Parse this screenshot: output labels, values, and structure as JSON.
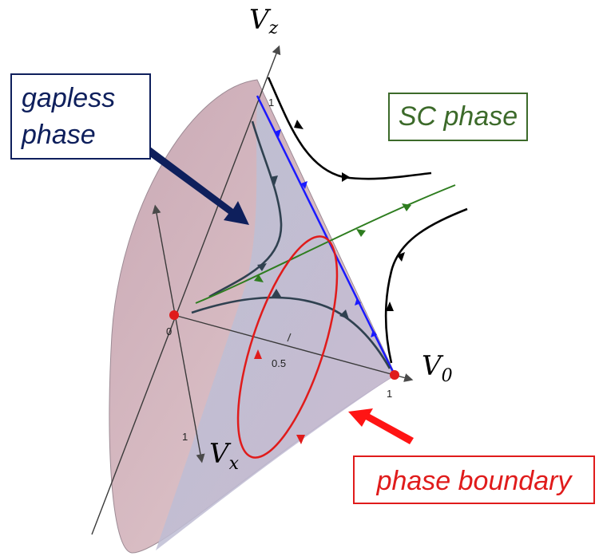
{
  "axes": {
    "vz": {
      "main": "V",
      "sub": "z"
    },
    "v0": {
      "main": "V",
      "sub": "0"
    },
    "vx": {
      "main": "V",
      "sub": "x"
    }
  },
  "ticks": {
    "vz_one": "1",
    "origin": "0",
    "v0_half": "0.5",
    "v0_one": "1",
    "vx_one": "1"
  },
  "labels": {
    "gapless_line1": "gapless",
    "gapless_line2": "phase",
    "sc_phase": "SC phase",
    "phase_boundary": "phase boundary"
  },
  "colors": {
    "gapless": "#0e1f5c",
    "sc_phase": "#3c6a2a",
    "phase_boundary": "#e01b1b",
    "cone_edge": "#1a1aff",
    "flow_lines": "#2f4150",
    "separatrix": "#2e7d1f"
  }
}
